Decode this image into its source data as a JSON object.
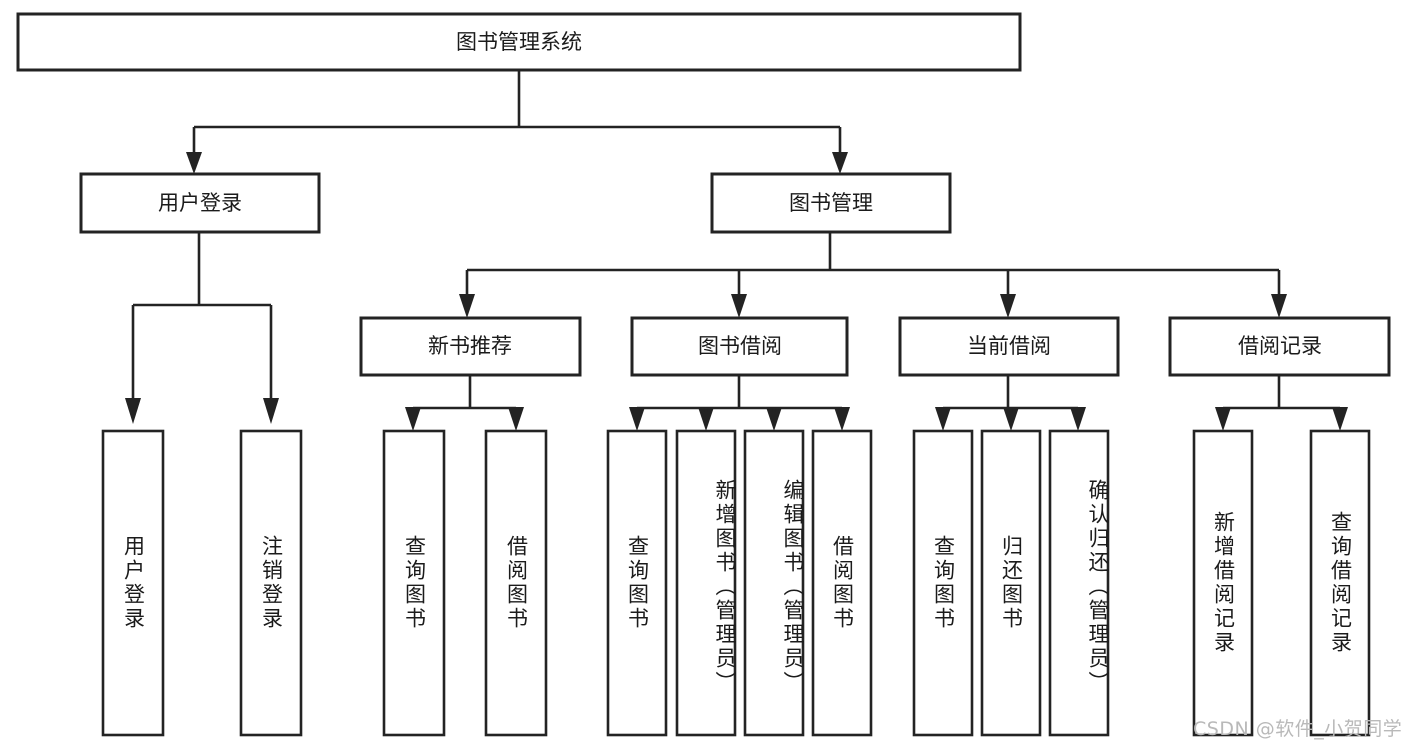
{
  "diagram": {
    "type": "tree-hierarchy-flowchart",
    "orientation": "top-down",
    "root": {
      "id": "root",
      "label": "图书管理系统"
    },
    "level2": [
      {
        "id": "user-login",
        "label": "用户登录"
      },
      {
        "id": "book-manage",
        "label": "图书管理"
      }
    ],
    "level3": [
      {
        "id": "new-book-recommend",
        "label": "新书推荐",
        "parent": "book-manage"
      },
      {
        "id": "book-borrow",
        "label": "图书借阅",
        "parent": "book-manage"
      },
      {
        "id": "current-borrow",
        "label": "当前借阅",
        "parent": "book-manage"
      },
      {
        "id": "borrow-record",
        "label": "借阅记录",
        "parent": "book-manage"
      }
    ],
    "leaves": [
      {
        "id": "leaf-user-login",
        "label": "用户登录",
        "parent": "user-login"
      },
      {
        "id": "leaf-logout-login",
        "label": "注销登录",
        "parent": "user-login"
      },
      {
        "id": "leaf-query-book-1",
        "label": "查询图书",
        "parent": "new-book-recommend"
      },
      {
        "id": "leaf-borrow-book-1",
        "label": "借阅图书",
        "parent": "new-book-recommend"
      },
      {
        "id": "leaf-query-book-2",
        "label": "查询图书",
        "parent": "book-borrow"
      },
      {
        "id": "leaf-add-book",
        "label": "新增图书（管理员）",
        "parent": "book-borrow"
      },
      {
        "id": "leaf-edit-book",
        "label": "编辑图书（管理员）",
        "parent": "book-borrow"
      },
      {
        "id": "leaf-borrow-book-2",
        "label": "借阅图书",
        "parent": "book-borrow"
      },
      {
        "id": "leaf-query-book-3",
        "label": "查询图书",
        "parent": "current-borrow"
      },
      {
        "id": "leaf-return-book",
        "label": "归还图书",
        "parent": "current-borrow"
      },
      {
        "id": "leaf-confirm-return",
        "label": "确认归还（管理员）",
        "parent": "current-borrow"
      },
      {
        "id": "leaf-add-record",
        "label": "新增借阅记录",
        "parent": "borrow-record"
      },
      {
        "id": "leaf-query-record",
        "label": "查询借阅记录",
        "parent": "borrow-record"
      }
    ]
  },
  "watermark": {
    "text": "CSDN @软件_小贺同学"
  },
  "colors": {
    "stroke": "#232323",
    "node_fill": "#ffffff",
    "text": "#1b1b1b",
    "background": "#ffffff",
    "watermark": "#b9b9b9"
  }
}
